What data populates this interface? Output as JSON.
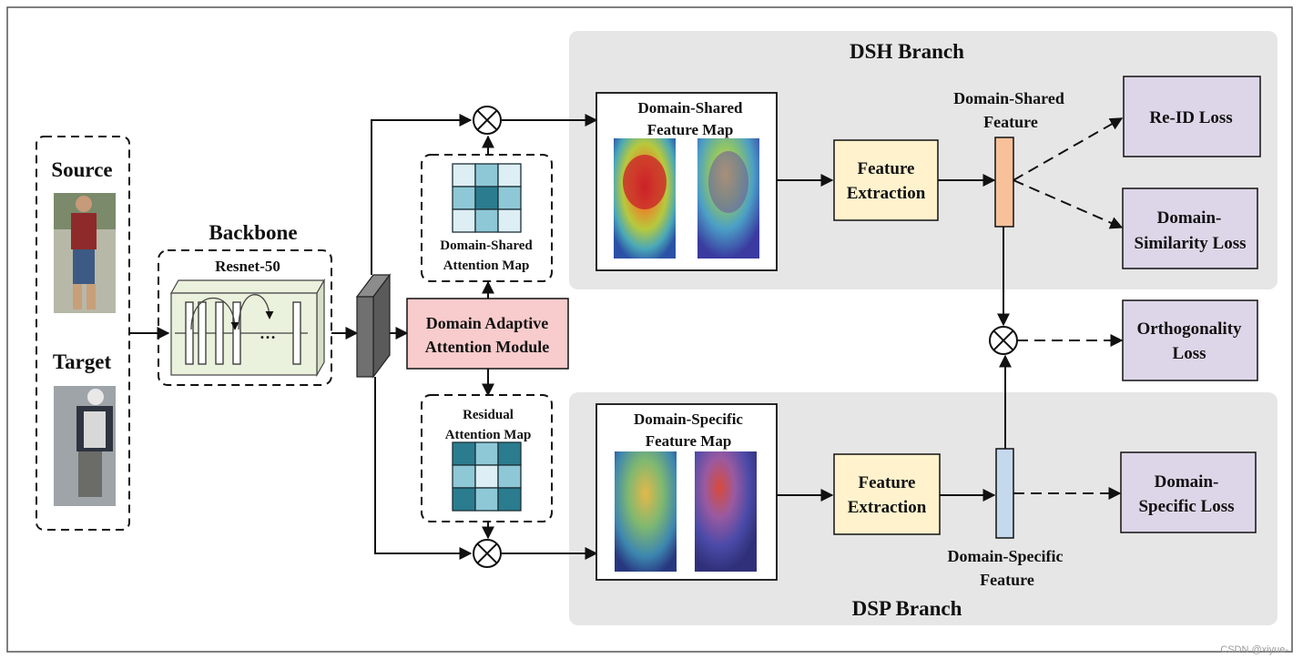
{
  "inputs": {
    "source_label": "Source",
    "target_label": "Target"
  },
  "backbone": {
    "title": "Backbone",
    "net_label": "Resnet-50",
    "ellipsis": "…"
  },
  "attention_module": {
    "line1": "Domain Adaptive",
    "line2": "Attention Module"
  },
  "shared_attention_map": {
    "line1": "Domain-Shared",
    "line2": "Attention Map"
  },
  "residual_attention_map": {
    "line1": "Residual",
    "line2": "Attention Map"
  },
  "dsh_branch": {
    "title": "DSH Branch",
    "feature_map_line1": "Domain-Shared",
    "feature_map_line2": "Feature Map",
    "extraction_line1": "Feature",
    "extraction_line2": "Extraction",
    "feature_line1": "Domain-Shared",
    "feature_line2": "Feature"
  },
  "dsp_branch": {
    "title": "DSP Branch",
    "feature_map_line1": "Domain-Specific",
    "feature_map_line2": "Feature Map",
    "extraction_line1": "Feature",
    "extraction_line2": "Extraction",
    "feature_line1": "Domain-Specific",
    "feature_line2": "Feature"
  },
  "losses": {
    "reid": "Re-ID Loss",
    "similarity_line1": "Domain-",
    "similarity_line2": "Similarity Loss",
    "orthogonality_line1": "Orthogonality",
    "orthogonality_line2": "Loss",
    "specific_line1": "Domain-",
    "specific_line2": "Specific Loss"
  },
  "watermark": "CSDN @xiyue-",
  "colors": {
    "branch_bg": "#e6e6e6",
    "attention_module": "#f8cbcc",
    "extraction": "#fff2cc",
    "loss_box": "#ddd6e8",
    "shared_feature": "#f8c19a",
    "specific_feature": "#c5d9ee",
    "backbone_fill": "#eaf1dc",
    "grid_dark": "#2b7c8f",
    "grid_mid": "#8ec8d6",
    "grid_light": "#ddeff5"
  }
}
